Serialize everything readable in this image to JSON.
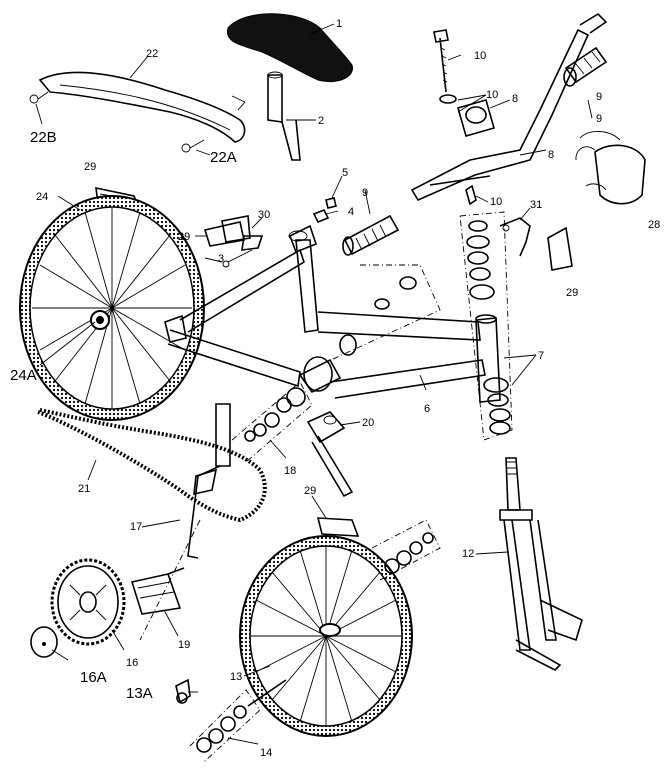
{
  "labels": {
    "l1": "1",
    "l2": "2",
    "l3": "3",
    "l4": "4",
    "l5": "5",
    "l6": "6",
    "l7": "7",
    "l8a": "8",
    "l8b": "8",
    "l9a": "9",
    "l9b": "9",
    "l9c": "9",
    "l10a": "10",
    "l10b": "10",
    "l10c": "10",
    "l12": "12",
    "l13": "13",
    "l13a": "13A",
    "l14": "14",
    "l16": "16",
    "l16a": "16A",
    "l17": "17",
    "l18": "18",
    "l19": "19",
    "l20": "20",
    "l21": "21",
    "l22": "22",
    "l22a": "22A",
    "l22b": "22B",
    "l24": "24",
    "l24a": "24A",
    "l28": "28",
    "l29a": "29",
    "l29b": "29",
    "l29c": "29",
    "l29d": "29",
    "l30": "30",
    "l31": "31"
  }
}
